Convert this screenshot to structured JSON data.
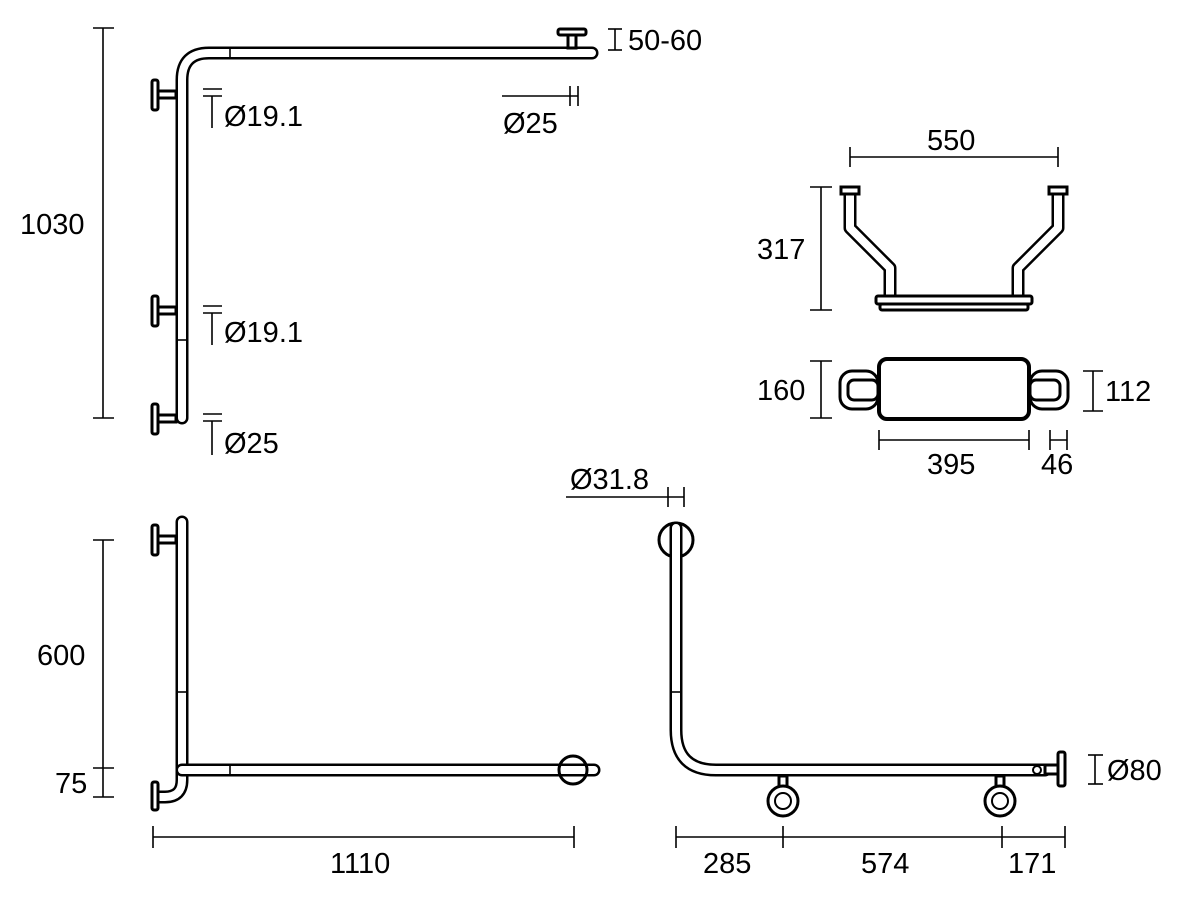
{
  "drawings": {
    "top_corner_rail": {
      "flange_spacing_label": "50-60",
      "bracket_diameter_1": "Ø19.1",
      "tube_diameter_top": "Ø25",
      "height_label": "1030",
      "bracket_diameter_2": "Ø19.1",
      "tube_diameter_bottom": "Ø25"
    },
    "seat_views": {
      "width_label": "550",
      "height_label": "317",
      "depth_label": "160",
      "pad_depth_label": "112",
      "pad_width_label": "395",
      "bracket_width_label": "46"
    },
    "l_rail": {
      "height_label": "600",
      "offset_label": "75",
      "length_label": "1110"
    },
    "floor_rail": {
      "tube_diameter_label": "Ø31.8",
      "flange_diameter_label": "Ø80",
      "segment_1_label": "285",
      "segment_2_label": "574",
      "segment_3_label": "171"
    }
  }
}
